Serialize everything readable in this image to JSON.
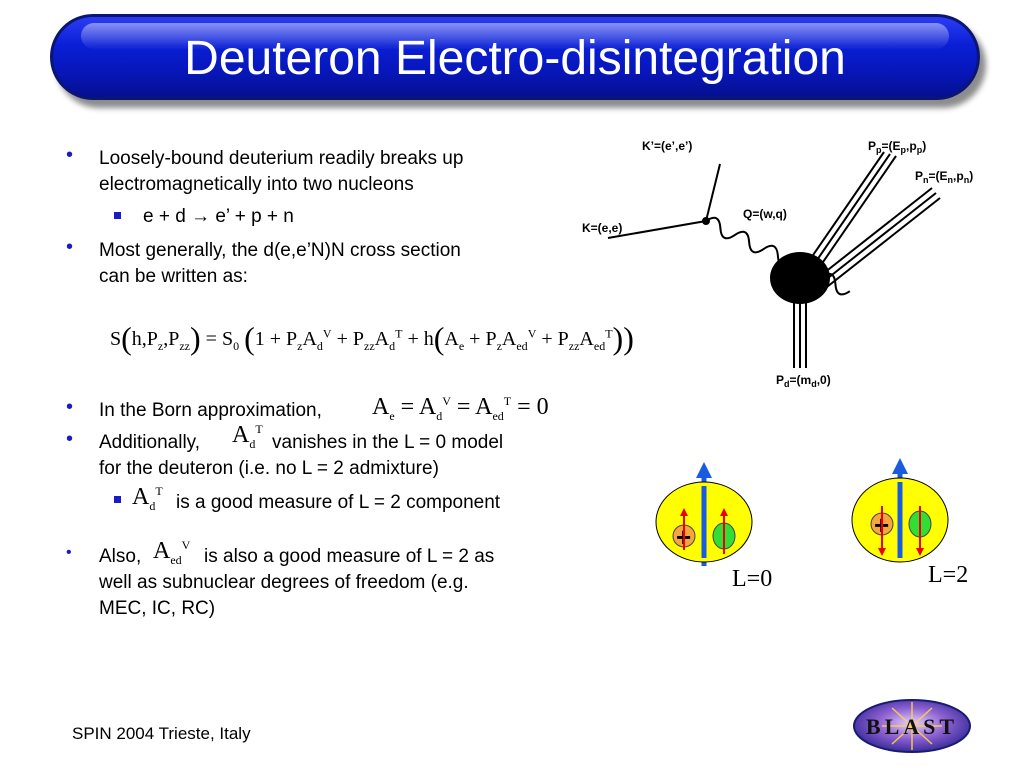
{
  "title": "Deuteron Electro-disintegration",
  "bullets": {
    "b1": [
      "Loosely-bound deuterium readily breaks up",
      "electromagnetically into two nucleons"
    ],
    "b1_sub": "e + d → e’ + p + n",
    "b2": [
      "Most generally, the d(e,e’N)N cross section",
      "can be written as:"
    ],
    "b3_prefix": "In the Born approximation,",
    "b4_prefix": "Additionally,",
    "b4_suffix": "vanishes in the L = 0 model",
    "b4_line2": "for the deuteron (i.e. no L = 2 admixture)",
    "b4_sub_suffix": "is a good measure of L = 2 component",
    "b5_prefix": "Also,",
    "b5_suffix": "is also a good measure of L = 2 as",
    "b5_line2": "well as subnuclear degrees of freedom (e.g.",
    "b5_line3": "MEC, IC, RC)"
  },
  "equation": {
    "lhs": "S(h,P",
    "s0": "S",
    "one": "1",
    "h": "h"
  },
  "born_eq": "A",
  "diagram": {
    "k_prime": "K’=(e’,e’)",
    "k": "K=(e,e)",
    "q": "Q=(w,q)",
    "pp": "P",
    "pn": "P",
    "pd": "P"
  },
  "spin": {
    "l0_label": "L=0",
    "l2_label": "L=2",
    "plus": "+"
  },
  "footer": "SPIN 2004 Trieste, Italy",
  "logo": "BLAST",
  "colors": {
    "title_blue": "#0a1fd6",
    "bullet_blue": "#1a1ac8",
    "deuteron_yellow": "#ffff00",
    "proton_orange": "#f5a640",
    "neutron_green": "#33dd33",
    "spin_arrow": "#1a5ce0"
  }
}
